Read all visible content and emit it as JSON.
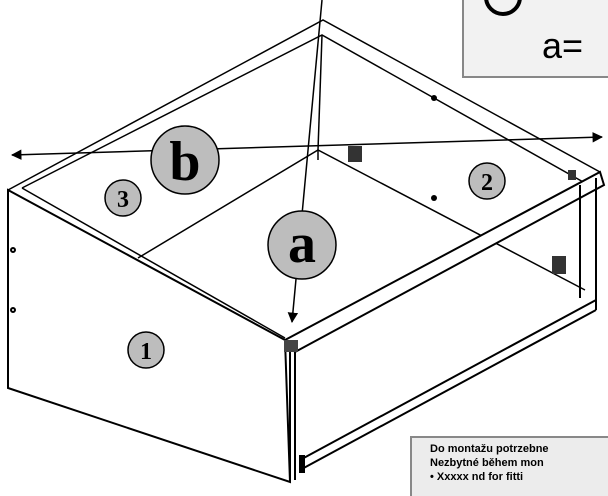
{
  "labels": {
    "part_1": "1",
    "part_2": "2",
    "part_3": "3",
    "dim_a": "a",
    "dim_b": "b"
  },
  "formula": {
    "text": "a=",
    "icon": "info-circle-icon"
  },
  "note": {
    "line1": "Do montažu potrzebne",
    "line2": "Nezbytné během mon",
    "line3": "• Xxxxx  nd for fitti"
  },
  "colors": {
    "stroke": "#000000",
    "label_fill": "#bdbdbd",
    "panel_bg": "#f2f2f2"
  }
}
